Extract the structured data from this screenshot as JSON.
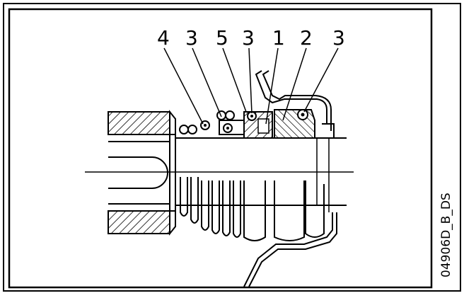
{
  "callouts": [
    {
      "id": "c4a",
      "label": "4"
    },
    {
      "id": "c3a",
      "label": "3"
    },
    {
      "id": "c5",
      "label": "5"
    },
    {
      "id": "c3b",
      "label": "3"
    },
    {
      "id": "c1",
      "label": "1"
    },
    {
      "id": "c2",
      "label": "2"
    },
    {
      "id": "c3c",
      "label": "3"
    }
  ],
  "drawing_code": "04906D_B_DS",
  "colors": {
    "line": "#000000",
    "background": "#ffffff"
  }
}
